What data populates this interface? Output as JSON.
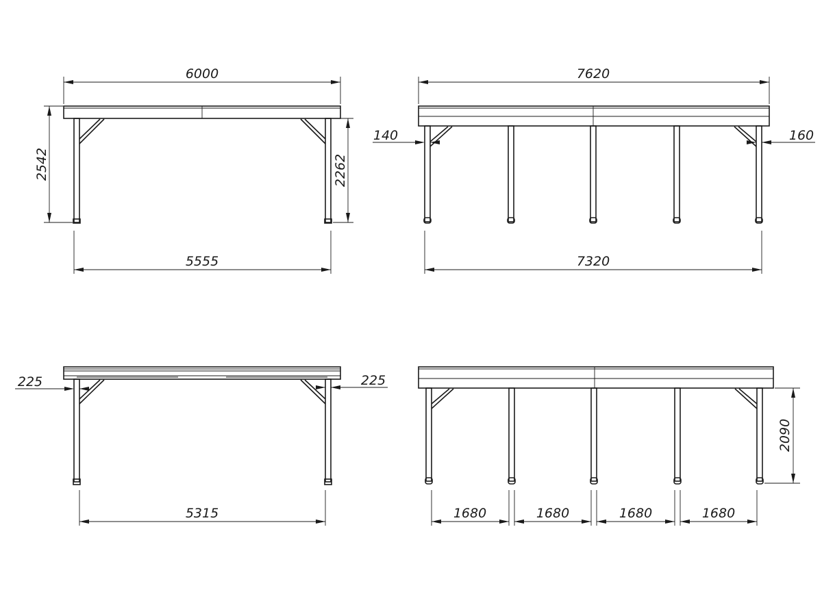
{
  "views": {
    "top_left": {
      "overall_width": "6000",
      "left_height": "2542",
      "right_height": "2262",
      "leg_span": "5555"
    },
    "top_right": {
      "overall_width": "7620",
      "left_offset": "140",
      "right_offset": "160",
      "leg_span": "7320"
    },
    "bottom_left": {
      "left_offset": "225",
      "right_offset": "225",
      "leg_span": "5315"
    },
    "bottom_right": {
      "height": "2090",
      "spacings": [
        "1680",
        "1680",
        "1680",
        "1680"
      ]
    }
  }
}
